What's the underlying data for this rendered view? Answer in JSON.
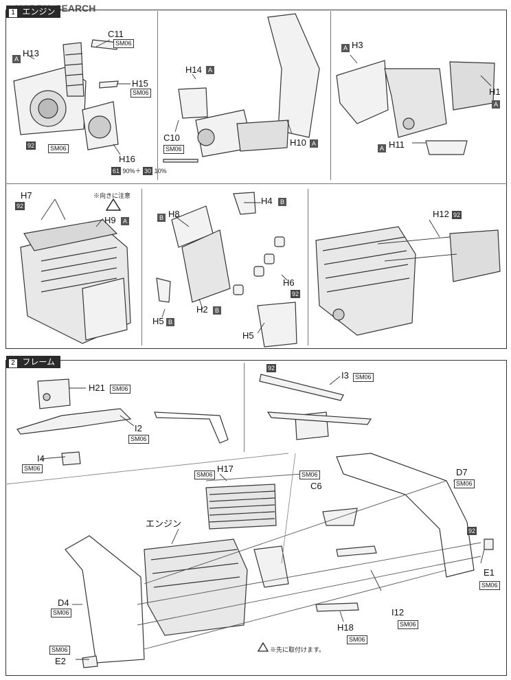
{
  "watermark": {
    "brand": "HOBBY",
    "search": "SEARCH"
  },
  "section1": {
    "title_number": "1",
    "title": "エンジン"
  },
  "section2": {
    "title_number": "2",
    "title": "フレーム"
  },
  "labels": {
    "c11": "C11",
    "h13": "H13",
    "h15": "H15",
    "h16": "H16",
    "ratio": "90%＋",
    "ratio2": "10%",
    "h14": "H14",
    "c10": "C10",
    "h10": "H10",
    "h3": "H3",
    "h1": "H1",
    "h11": "H11",
    "h7": "H7",
    "h9": "H9",
    "orient_note": "※向きに注意",
    "h8": "H8",
    "h4": "H4",
    "h2": "H2",
    "h5a": "H5",
    "h5b": "H5",
    "h6": "H6",
    "h12": "H12",
    "h21": "H21",
    "i2": "I2",
    "i4": "I4",
    "i3": "I3",
    "h17": "H17",
    "c6": "C6",
    "d7": "D7",
    "engine": "エンジン",
    "d4": "D4",
    "e1": "E1",
    "i12": "I12",
    "h18": "H18",
    "e2": "E2",
    "attach_note": "※先に取付けます。"
  },
  "codes": {
    "sm06": "SM06",
    "a": "A",
    "b": "B",
    "c92": "92",
    "c61": "61",
    "c30": "30"
  }
}
